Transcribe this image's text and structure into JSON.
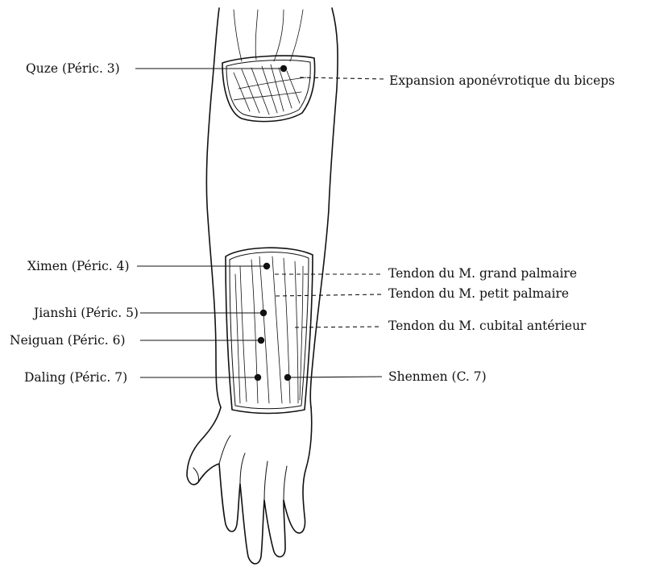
{
  "labels": {
    "quze": "Quze (Péric. 3)",
    "expansion": "Expansion aponévrotique du biceps",
    "ximen": "Ximen (Péric. 4)",
    "jianshi": "Jianshi (Péric. 5)",
    "neiguan": "Neiguan (Péric. 6)",
    "daling": "Daling (Péric. 7)",
    "grand_palmaire": "Tendon du M. grand palmaire",
    "petit_palmaire": "Tendon du M. petit palmaire",
    "cubital": "Tendon du M. cubital antérieur",
    "shenmen": "Shenmen (C. 7)"
  },
  "colors": {
    "ink": "#111111",
    "paper": "#ffffff"
  }
}
